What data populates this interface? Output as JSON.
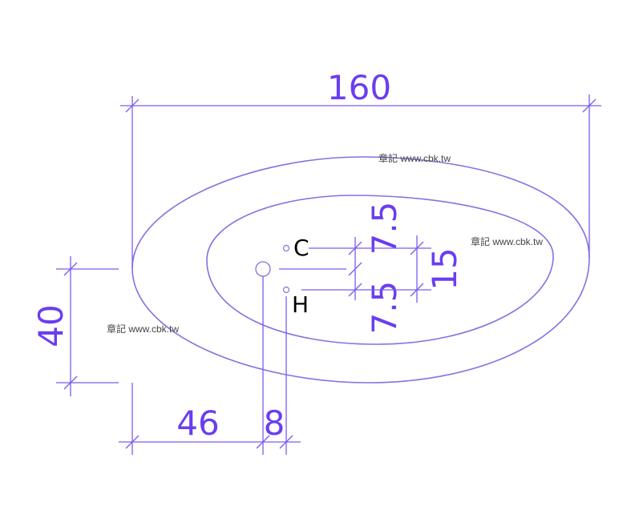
{
  "colors": {
    "dimension": "#6a3df0",
    "outline": "#8a6fe0",
    "label": "#000000"
  },
  "dimensions": {
    "overall_length": "160",
    "width_section": "40",
    "drain_offset": "46",
    "faucet_spacing": "8",
    "upper_offset": "7.5",
    "lower_offset": "7.5",
    "hole_spacing": "15"
  },
  "labels": {
    "cold": "C",
    "hot": "H"
  },
  "watermark": "章記 www.cbk.tw"
}
